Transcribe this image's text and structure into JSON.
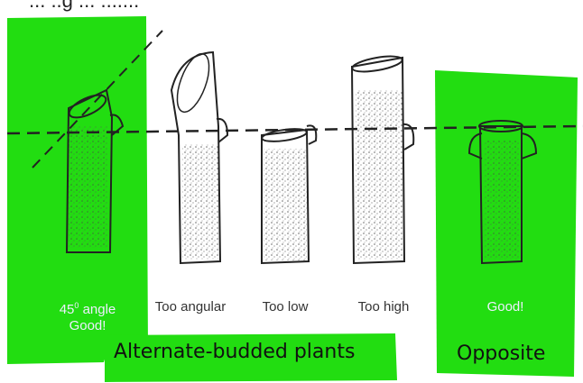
{
  "title_fragment": "... ..g ... .......",
  "stems": [
    {
      "caption_line1": "45",
      "caption_sup": "0",
      "caption_line1_rest": " angle",
      "caption_line2": "Good!"
    },
    {
      "caption": "Too angular"
    },
    {
      "caption": "Too low"
    },
    {
      "caption": "Too high"
    },
    {
      "caption": "Good!"
    }
  ],
  "group_labels": {
    "alternate": "Alternate-budded plants",
    "opposite": "Opposite"
  },
  "colors": {
    "highlight": "#22dd11",
    "line": "#222222",
    "stem_fill": "#ffffff"
  }
}
